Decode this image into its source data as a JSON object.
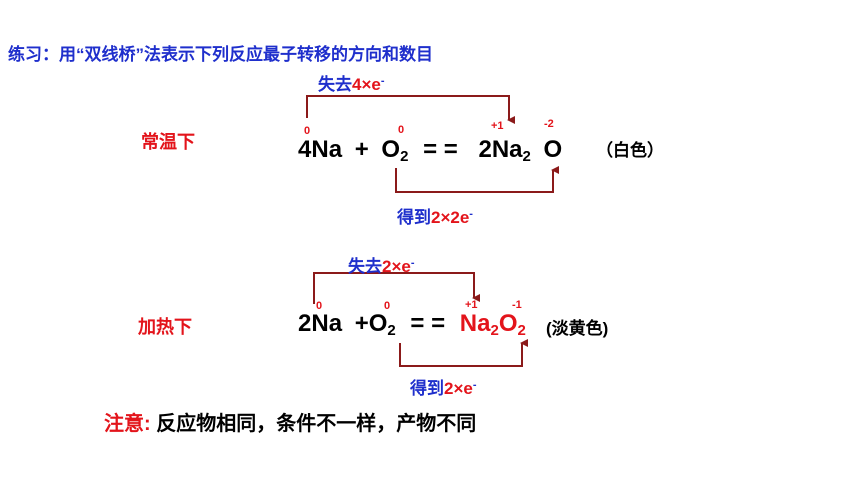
{
  "title": "练习：用“双线桥”法表示下列反应最子转移的方向和数目",
  "reaction1": {
    "condition": "常温下",
    "lose_label_prefix": "失去",
    "lose_label_amount": "4×e",
    "lose_label_sup": "-",
    "gain_label_prefix": "得到",
    "gain_label_amount": "2×2e",
    "gain_label_sup": "-",
    "ox_na_left": "0",
    "ox_o_left": "0",
    "ox_na_right": "+1",
    "ox_o_right": "-2",
    "coef_na": "4",
    "na": "Na",
    "plus": "+",
    "o": "O",
    "o_sub": "2",
    "equals": "= =",
    "prod_coef": "2",
    "prod_na": "Na",
    "prod_na_sub": "2",
    "prod_o": "O",
    "color_note": "（白色）"
  },
  "reaction2": {
    "condition": "加热下",
    "lose_label_prefix": "失去",
    "lose_label_amount": "2×e",
    "lose_label_sup": "-",
    "gain_label_prefix": "得到",
    "gain_label_amount": "2×e",
    "gain_label_sup": "-",
    "ox_na_left": "0",
    "ox_o_left": "0",
    "ox_na_right": "+1",
    "ox_o_right": "-1",
    "coef_na": "2",
    "na": "Na",
    "plus": "+",
    "o": "O",
    "o_sub": "2",
    "equals": "= =",
    "prod_na": "Na",
    "prod_na_sub": "2",
    "prod_o": "O",
    "prod_o_sub": "2",
    "color_note": "(淡黄色)"
  },
  "note": {
    "label": "注意:",
    "text": "反应物相同，条件不一样，产物不同"
  },
  "colors": {
    "title_blue": "#1f2fcc",
    "red": "#e3141b",
    "arrow_dark_red": "#8b1a1a"
  }
}
